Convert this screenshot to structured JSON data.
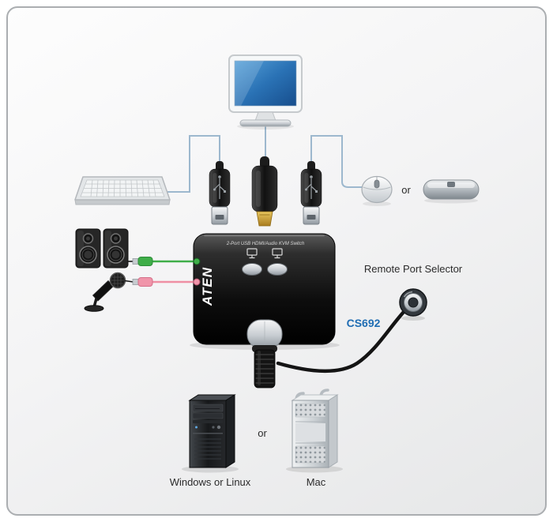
{
  "labels": {
    "remote_port_selector": "Remote Port Selector",
    "model": "CS692",
    "or_pointing_devices": "or",
    "or_computers": "or",
    "computer_windows_linux": "Windows or Linux",
    "computer_mac": "Mac"
  },
  "device": {
    "brand": "ATEN",
    "top_text": "2-Port USB HDMI/Audio KVM Switch"
  },
  "colors": {
    "wire": "#9db8ce",
    "speaker_cable": "#3fae49",
    "mic_cable": "#ef8fa4",
    "model_text": "#1f6db3",
    "monitor_screen": "#2a72b5"
  },
  "icons": {
    "monitor": "monitor-graphic",
    "keyboard": "keyboard-graphic",
    "usb_plug_left": "usb-connector-icon",
    "hdmi_plug": "hdmi-connector-icon",
    "usb_plug_right": "usb-connector-icon",
    "mouse": "mouse-graphic",
    "alternative_mouse": "mac-mouse-graphic",
    "speakers": "speakers-graphic",
    "microphone": "microphone-graphic",
    "kvm_switch": "kvm-switch-graphic",
    "remote_port_selector": "remote-selector-graphic",
    "tower_pc": "tower-pc-graphic",
    "mac_pro": "mac-pro-graphic"
  }
}
